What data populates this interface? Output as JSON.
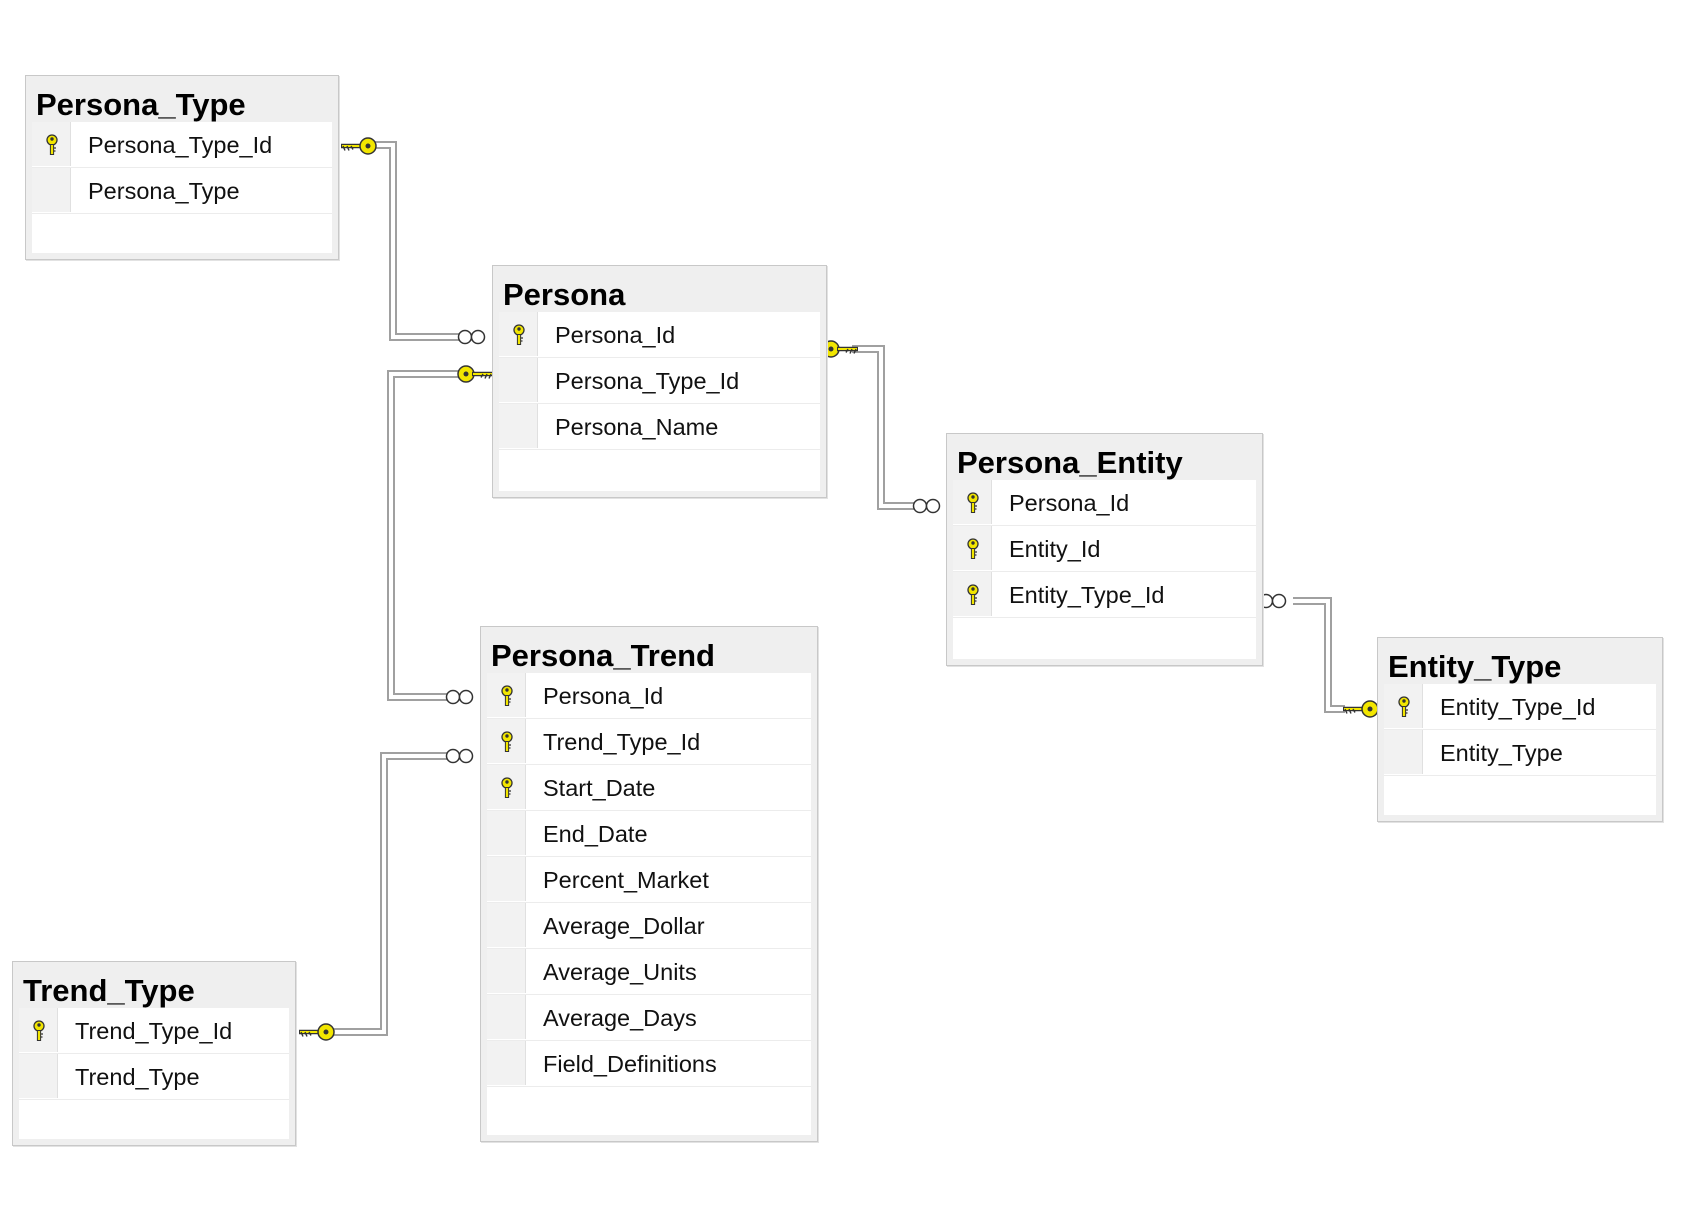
{
  "tables": [
    {
      "id": "persona-type",
      "title": "Persona_Type",
      "columns": [
        {
          "name": "Persona_Type_Id",
          "pk": true
        },
        {
          "name": "Persona_Type",
          "pk": false
        }
      ]
    },
    {
      "id": "persona",
      "title": "Persona",
      "columns": [
        {
          "name": "Persona_Id",
          "pk": true
        },
        {
          "name": "Persona_Type_Id",
          "pk": false
        },
        {
          "name": "Persona_Name",
          "pk": false
        }
      ]
    },
    {
      "id": "persona-entity",
      "title": "Persona_Entity",
      "columns": [
        {
          "name": "Persona_Id",
          "pk": true
        },
        {
          "name": "Entity_Id",
          "pk": true
        },
        {
          "name": "Entity_Type_Id",
          "pk": true
        }
      ]
    },
    {
      "id": "entity-type",
      "title": "Entity_Type",
      "columns": [
        {
          "name": "Entity_Type_Id",
          "pk": true
        },
        {
          "name": "Entity_Type",
          "pk": false
        }
      ]
    },
    {
      "id": "persona-trend",
      "title": "Persona_Trend",
      "columns": [
        {
          "name": "Persona_Id",
          "pk": true
        },
        {
          "name": "Trend_Type_Id",
          "pk": true
        },
        {
          "name": "Start_Date",
          "pk": true
        },
        {
          "name": "End_Date",
          "pk": false
        },
        {
          "name": "Percent_Market",
          "pk": false
        },
        {
          "name": "Average_Dollar",
          "pk": false
        },
        {
          "name": "Average_Units",
          "pk": false
        },
        {
          "name": "Average_Days",
          "pk": false
        },
        {
          "name": "Field_Definitions",
          "pk": false
        }
      ]
    },
    {
      "id": "trend-type",
      "title": "Trend_Type",
      "columns": [
        {
          "name": "Trend_Type_Id",
          "pk": true
        },
        {
          "name": "Trend_Type",
          "pk": false
        }
      ]
    }
  ],
  "relationships": [
    {
      "from": "Persona_Type",
      "to": "Persona",
      "one_end": "key-icon",
      "many_end": "infinity-icon"
    },
    {
      "from": "Persona",
      "to": "Persona_Entity",
      "one_end": "key-icon",
      "many_end": "infinity-icon"
    },
    {
      "from": "Persona",
      "to": "Persona_Trend",
      "one_end": "key-icon",
      "many_end": "infinity-icon"
    },
    {
      "from": "Trend_Type",
      "to": "Persona_Trend",
      "one_end": "key-icon",
      "many_end": "infinity-icon"
    },
    {
      "from": "Entity_Type",
      "to": "Persona_Entity",
      "one_end": "key-icon",
      "many_end": "infinity-icon"
    }
  ],
  "colors": {
    "key_icon": "#f2e600",
    "line": "#a0a0a0",
    "title_bar": "#efefef"
  }
}
